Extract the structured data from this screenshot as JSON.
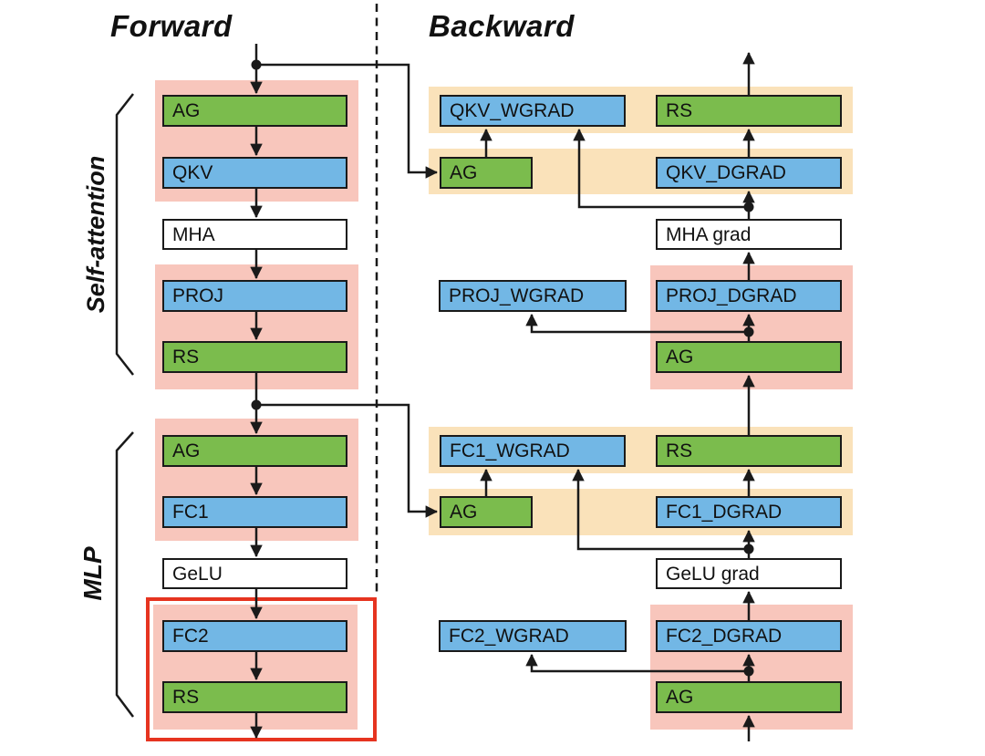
{
  "titles": {
    "forward": "Forward",
    "backward": "Backward"
  },
  "sections": {
    "self_attention": "Self-attention",
    "mlp": "MLP"
  },
  "colors": {
    "line": "#1a1a1a",
    "green": "#7bbc4d",
    "blue": "#72b7e5",
    "pink": "#f8c6bc",
    "tan": "#fae2ba",
    "red": "#e63420"
  },
  "forward": {
    "nodes": [
      {
        "label": "AG"
      },
      {
        "label": "QKV"
      },
      {
        "label": "MHA"
      },
      {
        "label": "PROJ"
      },
      {
        "label": "RS"
      },
      {
        "label": "AG"
      },
      {
        "label": "FC1"
      },
      {
        "label": "GeLU"
      },
      {
        "label": "FC2"
      },
      {
        "label": "RS"
      }
    ]
  },
  "backward": {
    "wgrad_column": [
      {
        "label": "QKV_WGRAD"
      },
      {
        "label": "AG"
      },
      {
        "label": "PROJ_WGRAD"
      },
      {
        "label": "FC1_WGRAD"
      },
      {
        "label": "AG"
      },
      {
        "label": "FC2_WGRAD"
      }
    ],
    "dgrad_column": [
      {
        "label": "RS"
      },
      {
        "label": "QKV_DGRAD"
      },
      {
        "label": "MHA grad"
      },
      {
        "label": "PROJ_DGRAD"
      },
      {
        "label": "AG"
      },
      {
        "label": "RS"
      },
      {
        "label": "FC1_DGRAD"
      },
      {
        "label": "GeLU grad"
      },
      {
        "label": "FC2_DGRAD"
      },
      {
        "label": "AG"
      }
    ]
  }
}
